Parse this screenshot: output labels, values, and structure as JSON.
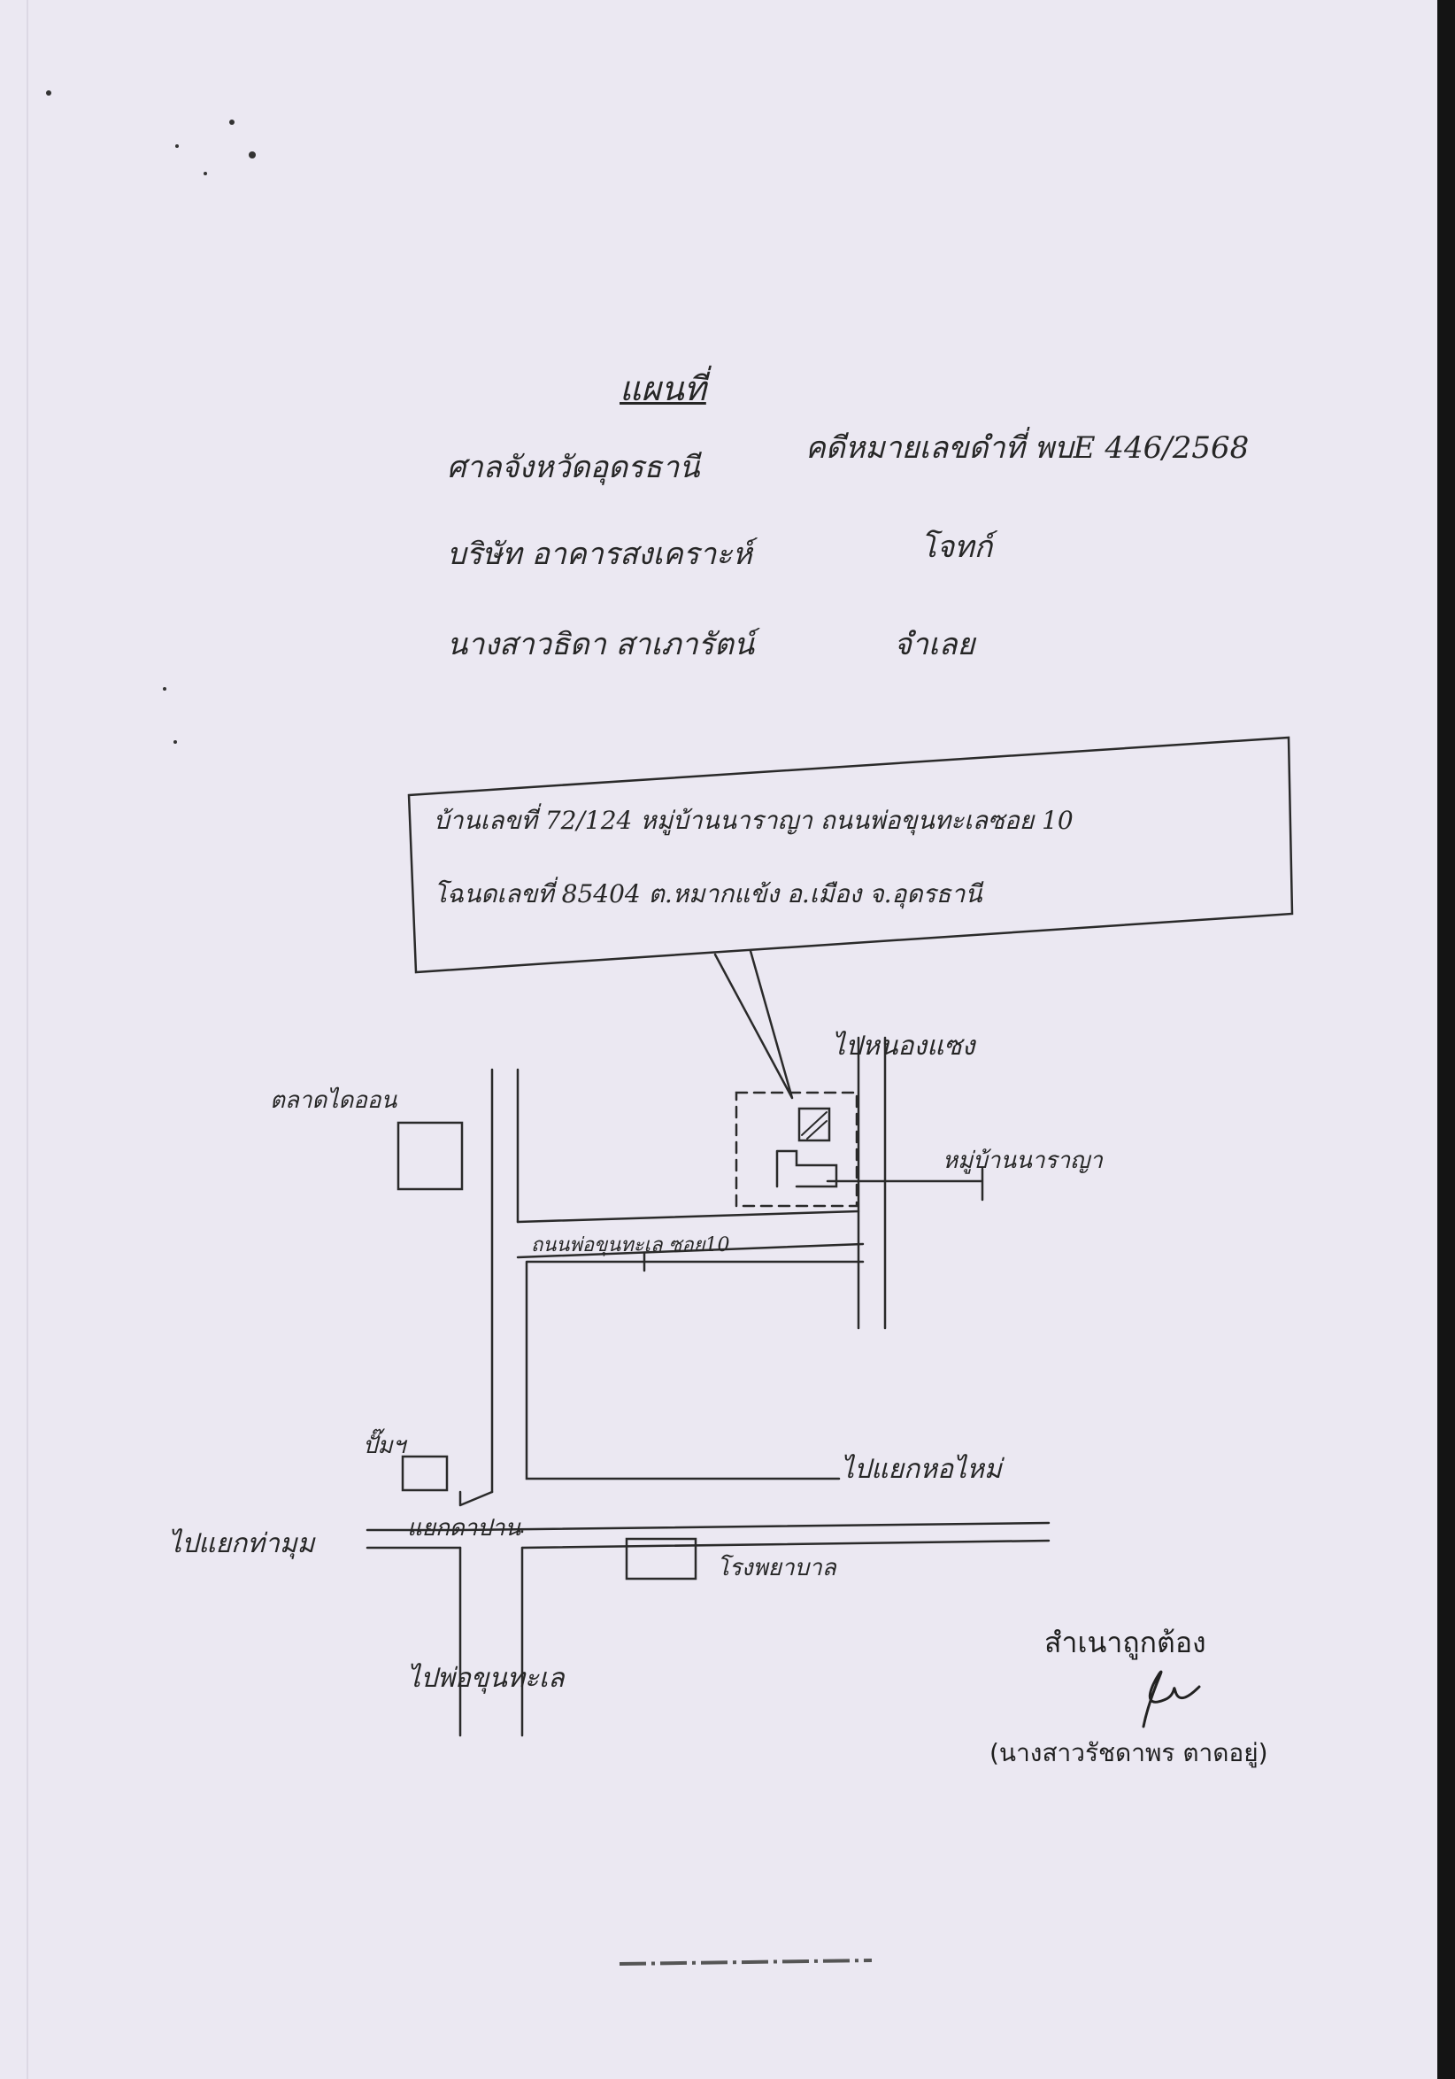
{
  "document": {
    "title": "แผนที่",
    "header_line1_left": "ศาลจังหวัดอุดรธานี",
    "header_line1_right": "คดีหมายเลขดำที่ พบE 446/2568",
    "header_line2_left": "บริษัท อาคารสงเคราะห์",
    "header_line2_right": "โจทก์",
    "header_line3_left": "นางสาวธิดา สาเภารัตน์",
    "header_line3_right": "จำเลย"
  },
  "address_box": {
    "line1": "บ้านเลขที่ 72/124 หมู่บ้านนาราญา ถนนพ่อขุนทะเลซอย 10",
    "line2": "โฉนดเลขที่ 85404 ต.หมากแข้ง อ.เมือง จ.อุดรธานี"
  },
  "map_labels": {
    "north": "ไปหนองแซง",
    "market": "ตลาดไดออน",
    "village": "หมู่บ้านนาราญา",
    "soi": "ถนนพ่อขุนทะเล ซอย10",
    "gas_station": "ปั๊มฯ",
    "east": "ไปแยกหอไหม่",
    "west": "ไปแยกท่ามุม",
    "junction": "แยกดาปาน",
    "hospital": "โรงพยาบาล",
    "south": "ไปพ่อขุนทะเล"
  },
  "certification": {
    "label": "สำเนาถูกต้อง",
    "signer": "(นางสาวรัชดาพร ตาดอยู่)"
  },
  "colors": {
    "paper": "#ebe8f2",
    "ink": "#262626",
    "edge": "#141414"
  }
}
